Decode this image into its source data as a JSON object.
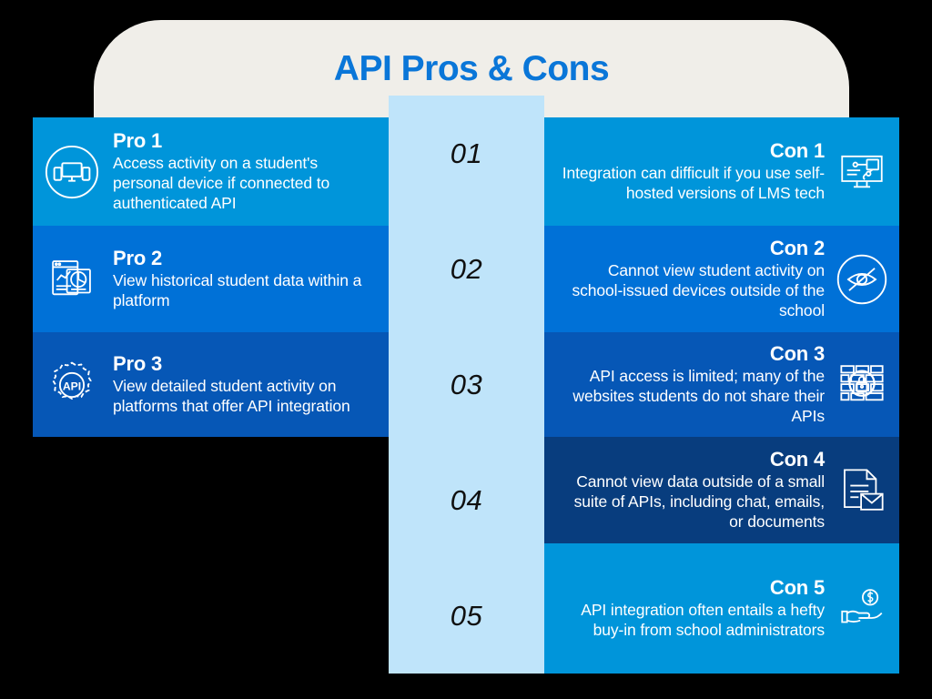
{
  "header": {
    "title": "API Pros & Cons",
    "background_color": "#F0EEE9",
    "title_color": "#0A76D8"
  },
  "center_strip": {
    "background_color": "#BFE4FA",
    "numbers": [
      "01",
      "02",
      "03",
      "04",
      "05"
    ]
  },
  "pros": [
    {
      "title": "Pro 1",
      "body": "Access activity on a student's personal device if connected to authenticated API",
      "icon": "devices-icon",
      "color": "#0095DA"
    },
    {
      "title": "Pro 2",
      "body": "View historical student data within a platform",
      "icon": "data-report-icon",
      "color": "#0071D7"
    },
    {
      "title": "Pro 3",
      "body": "View detailed student activity on platforms that offer API integration",
      "icon": "api-gear-icon",
      "color": "#0657B6"
    }
  ],
  "cons": [
    {
      "title": "Con 1",
      "body": "Integration can difficult if you use self-hosted versions of LMS tech",
      "icon": "monitor-network-icon",
      "color": "#0095DA"
    },
    {
      "title": "Con 2",
      "body": "Cannot view student activity on school-issued devices outside of the school",
      "icon": "eye-slash-icon",
      "color": "#0071D7"
    },
    {
      "title": "Con 3",
      "body": "API access is limited; many of the websites students do not share their APIs",
      "icon": "firewall-lock-icon",
      "color": "#0657B6"
    },
    {
      "title": "Con 4",
      "body": "Cannot view data outside of a small suite of APIs, including chat, emails, or documents",
      "icon": "document-email-icon",
      "color": "#083D7E"
    },
    {
      "title": "Con 5",
      "body": "API integration often entails a hefty buy-in from school administrators",
      "icon": "hand-dollar-icon",
      "color": "#0095DA"
    }
  ]
}
